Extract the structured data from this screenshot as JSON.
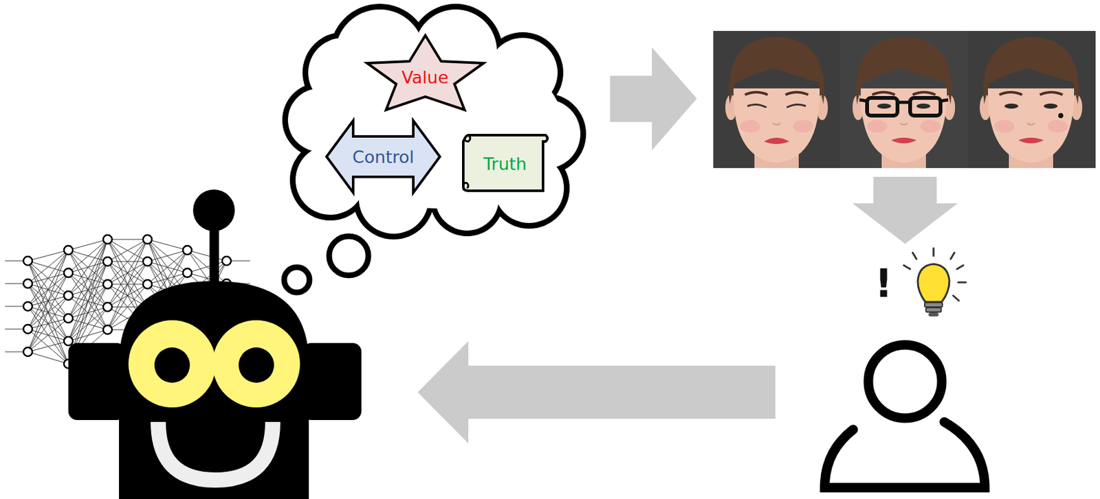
{
  "diagram": {
    "nodes": [
      {
        "text": [
          "Value"
        ]
      },
      {
        "text": [
          "Control"
        ]
      },
      {
        "text": [
          "Truth"
        ]
      }
    ],
    "labels": [
      "!"
    ]
  }
}
